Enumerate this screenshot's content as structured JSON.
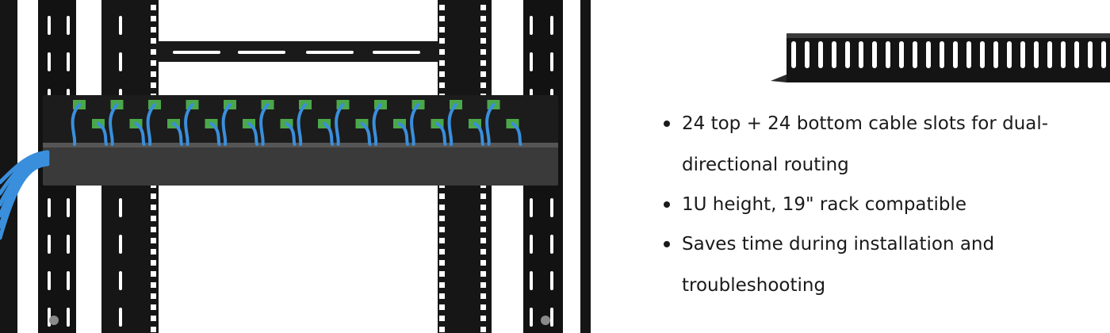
{
  "product_image": {
    "description_icon": "rack-cable-manager-photo",
    "rack_color": "#111111",
    "cable_color": "#3a8fdc",
    "port_color": "#4aa84a"
  },
  "product_thumbnail": {
    "icon": "horizontal-cable-manager-icon"
  },
  "features": [
    {
      "text": "24 top + 24 bottom cable slots for dual-directional routing"
    },
    {
      "text": "1U height, 19\" rack compatible"
    },
    {
      "text": "Saves time during installation and troubleshooting"
    }
  ]
}
